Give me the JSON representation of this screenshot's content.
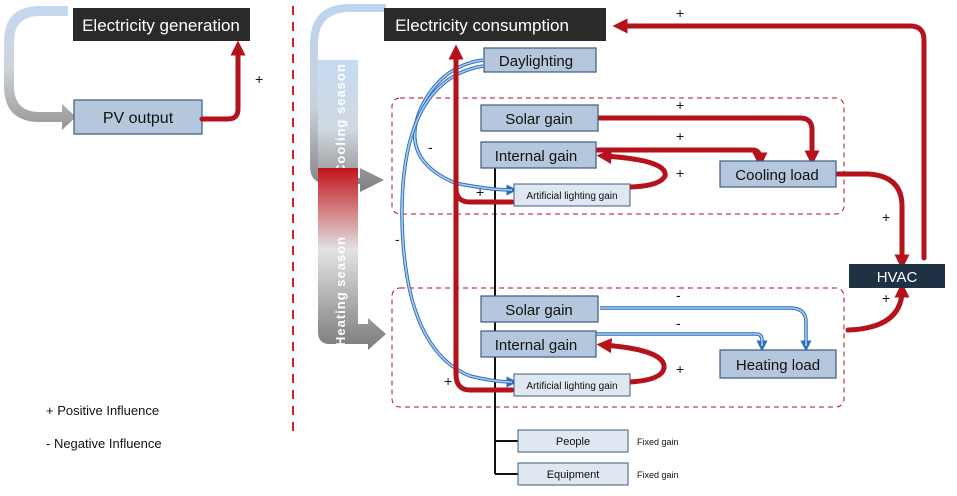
{
  "left": {
    "generation": "Electricity generation",
    "pv_output": "PV output",
    "plus": "+"
  },
  "right": {
    "consumption": "Electricity consumption",
    "daylighting": "Daylighting",
    "cooling_season": "Cooling season",
    "heating_season": "Heating season",
    "cooling": {
      "solar_gain": "Solar gain",
      "internal_gain": "Internal gain",
      "artificial_lighting_gain": "Artificial lighting gain",
      "cooling_load": "Cooling load"
    },
    "heating": {
      "solar_gain": "Solar gain",
      "internal_gain": "Internal gain",
      "artificial_lighting_gain": "Artificial lighting gain",
      "heating_load": "Heating load"
    },
    "hvac": "HVAC",
    "people": "People",
    "equipment": "Equipment",
    "fixed_gain_people": "Fixed gain",
    "fixed_gain_equipment": "Fixed gain",
    "signs": {
      "top_plus": "+",
      "cool_solar_plus": "+",
      "cool_internal_plus": "+",
      "cool_loop_plus": "+",
      "cool_art_plus": "+",
      "cool_minus": "-",
      "long_minus": "-",
      "coolload_hvac_plus": "+",
      "heatload_hvac_plus": "+",
      "heat_solar_minus": "-",
      "heat_internal_minus": "-",
      "heat_loop_plus": "+",
      "heat_art_plus": "+"
    }
  },
  "legend": {
    "positive": "+ Positive Influence",
    "negative": "- Negative Influence"
  },
  "colors": {
    "positive_arrow": "#b5121b",
    "negative_arrow": "#2f6fb8",
    "dark_box": "#2a2a2a",
    "gain_box": "#b4c7dd",
    "hvac_box": "#1f3144"
  }
}
